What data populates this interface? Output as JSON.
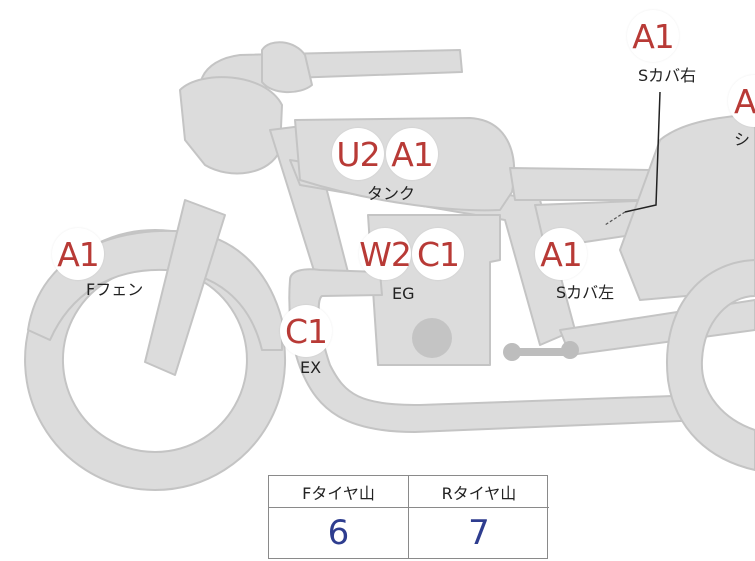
{
  "colors": {
    "body_fill": "#dcdcdc",
    "body_stroke": "#c4c4c4",
    "grade_text": "#b83a36",
    "tire_value_text": "#2e3d8f"
  },
  "badges": [
    {
      "id": "u2",
      "text": "U2"
    },
    {
      "id": "a1-tank",
      "text": "A1"
    },
    {
      "id": "a1-fender",
      "text": "A1"
    },
    {
      "id": "w2",
      "text": "W2"
    },
    {
      "id": "c1-eg",
      "text": "C1"
    },
    {
      "id": "a1-scover-left",
      "text": "A1"
    },
    {
      "id": "c1-ex",
      "text": "C1"
    },
    {
      "id": "a1-scover-right",
      "text": "A1"
    },
    {
      "id": "a1-seat",
      "text": "A"
    }
  ],
  "labels": {
    "tank": "タンク",
    "fender": "Fフェン",
    "engine": "EG",
    "side_cover_left": "Sカバ左",
    "exhaust": "EX",
    "side_cover_right": "Sカバ右",
    "seat": "シ"
  },
  "tire_table": {
    "front_header": "Fタイヤ山",
    "rear_header": "Rタイヤ山",
    "front_value": "6",
    "rear_value": "7"
  }
}
